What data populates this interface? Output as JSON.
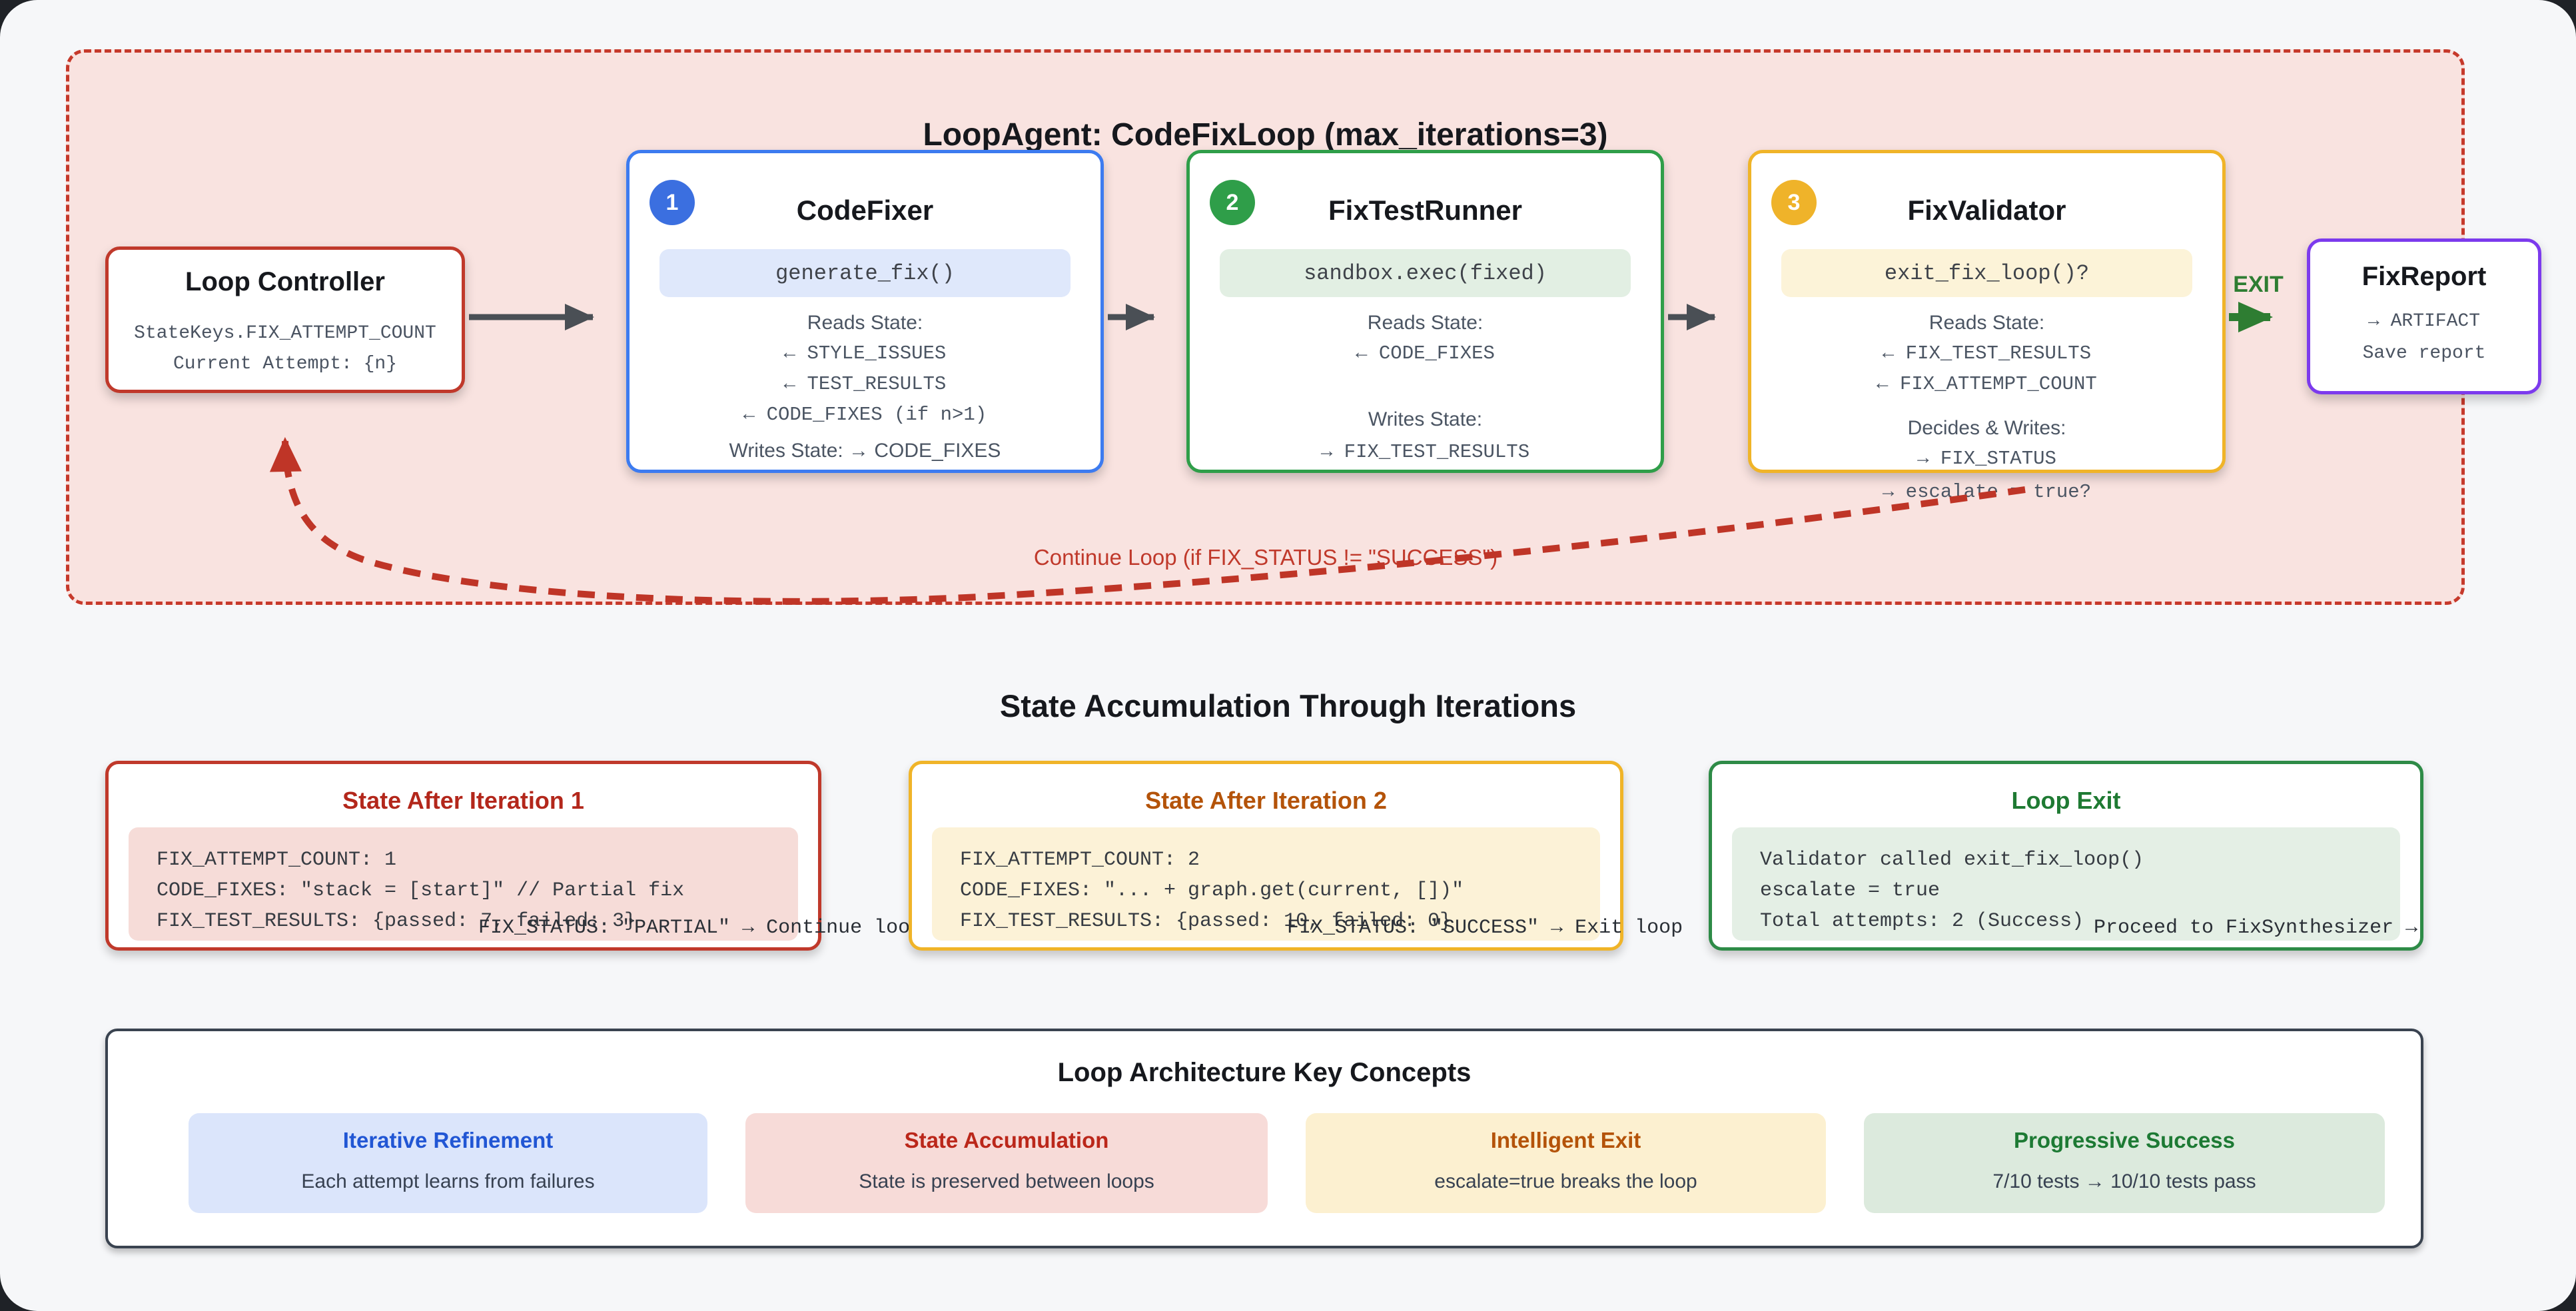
{
  "loop_container": {
    "title": "LoopAgent: CodeFixLoop (max_iterations=3)",
    "controller": {
      "title": "Loop Controller",
      "line1": "StateKeys.FIX_ATTEMPT_COUNT",
      "line2": "Current Attempt: {n}"
    },
    "agents": [
      {
        "num": "1",
        "name": "CodeFixer",
        "pill": "generate_fix()",
        "reads_label": "Reads State:",
        "reads": [
          "← STYLE_ISSUES",
          "← TEST_RESULTS",
          "← CODE_FIXES (if n>1)"
        ],
        "writes_label": "Writes State: → CODE_FIXES"
      },
      {
        "num": "2",
        "name": "FixTestRunner",
        "pill": "sandbox.exec(fixed)",
        "reads_label": "Reads State:",
        "reads": [
          "← CODE_FIXES"
        ],
        "writes_label": "Writes State:",
        "writes": [
          "→ FIX_TEST_RESULTS"
        ]
      },
      {
        "num": "3",
        "name": "FixValidator",
        "pill": "exit_fix_loop()?",
        "reads_label": "Reads State:",
        "reads": [
          "← FIX_TEST_RESULTS",
          "← FIX_ATTEMPT_COUNT"
        ],
        "writes_label": "Decides & Writes:",
        "writes": [
          "→ FIX_STATUS",
          "→ escalate = true?"
        ]
      }
    ],
    "exit_label": "EXIT",
    "report": {
      "title": "FixReport",
      "line1": "→ ARTIFACT",
      "line2": "Save report"
    },
    "loop_back_label": "Continue Loop (if FIX_STATUS != \"SUCCESS\")"
  },
  "state_section": {
    "title": "State Accumulation Through Iterations",
    "boxes": [
      {
        "title": "State After Iteration 1",
        "lines": [
          "FIX_ATTEMPT_COUNT: 1",
          "CODE_FIXES: \"stack = [start]\" // Partial fix",
          "FIX_TEST_RESULTS: {passed: 7, failed: 3}"
        ],
        "overflow": "FIX_STATUS: \"PARTIAL\" → Continue loop"
      },
      {
        "title": "State After Iteration 2",
        "lines": [
          "FIX_ATTEMPT_COUNT: 2",
          "CODE_FIXES: \"... + graph.get(current, [])\"",
          "FIX_TEST_RESULTS: {passed: 10, failed: 0}"
        ],
        "overflow": "FIX_STATUS: \"SUCCESS\" → Exit loop"
      },
      {
        "title": "Loop Exit",
        "lines": [
          "Validator called exit_fix_loop()",
          "escalate = true",
          "Total attempts: 2 (Success)"
        ],
        "overflow": "Proceed to FixSynthesizer →"
      }
    ]
  },
  "concepts": {
    "title": "Loop Architecture Key Concepts",
    "cards": [
      {
        "title": "Iterative Refinement",
        "desc": "Each attempt learns from failures"
      },
      {
        "title": "State Accumulation",
        "desc": "State is preserved between loops"
      },
      {
        "title": "Intelligent Exit",
        "desc": "escalate=true breaks the loop"
      },
      {
        "title": "Progressive Success",
        "desc": "7/10 tests → 10/10 tests pass"
      }
    ]
  },
  "colors": {
    "container_bg": "#f9e3e0",
    "container_border": "#c6392b",
    "blue_accent": "#3b6fe0",
    "green_accent": "#2f9e49",
    "amber_accent": "#f0b428",
    "purple_accent": "#7c3aed",
    "red_accent": "#c0392b",
    "exit_green": "#2e7d32",
    "arrow_gray": "#4a4f55",
    "page_bg": "#f6f7f9"
  }
}
